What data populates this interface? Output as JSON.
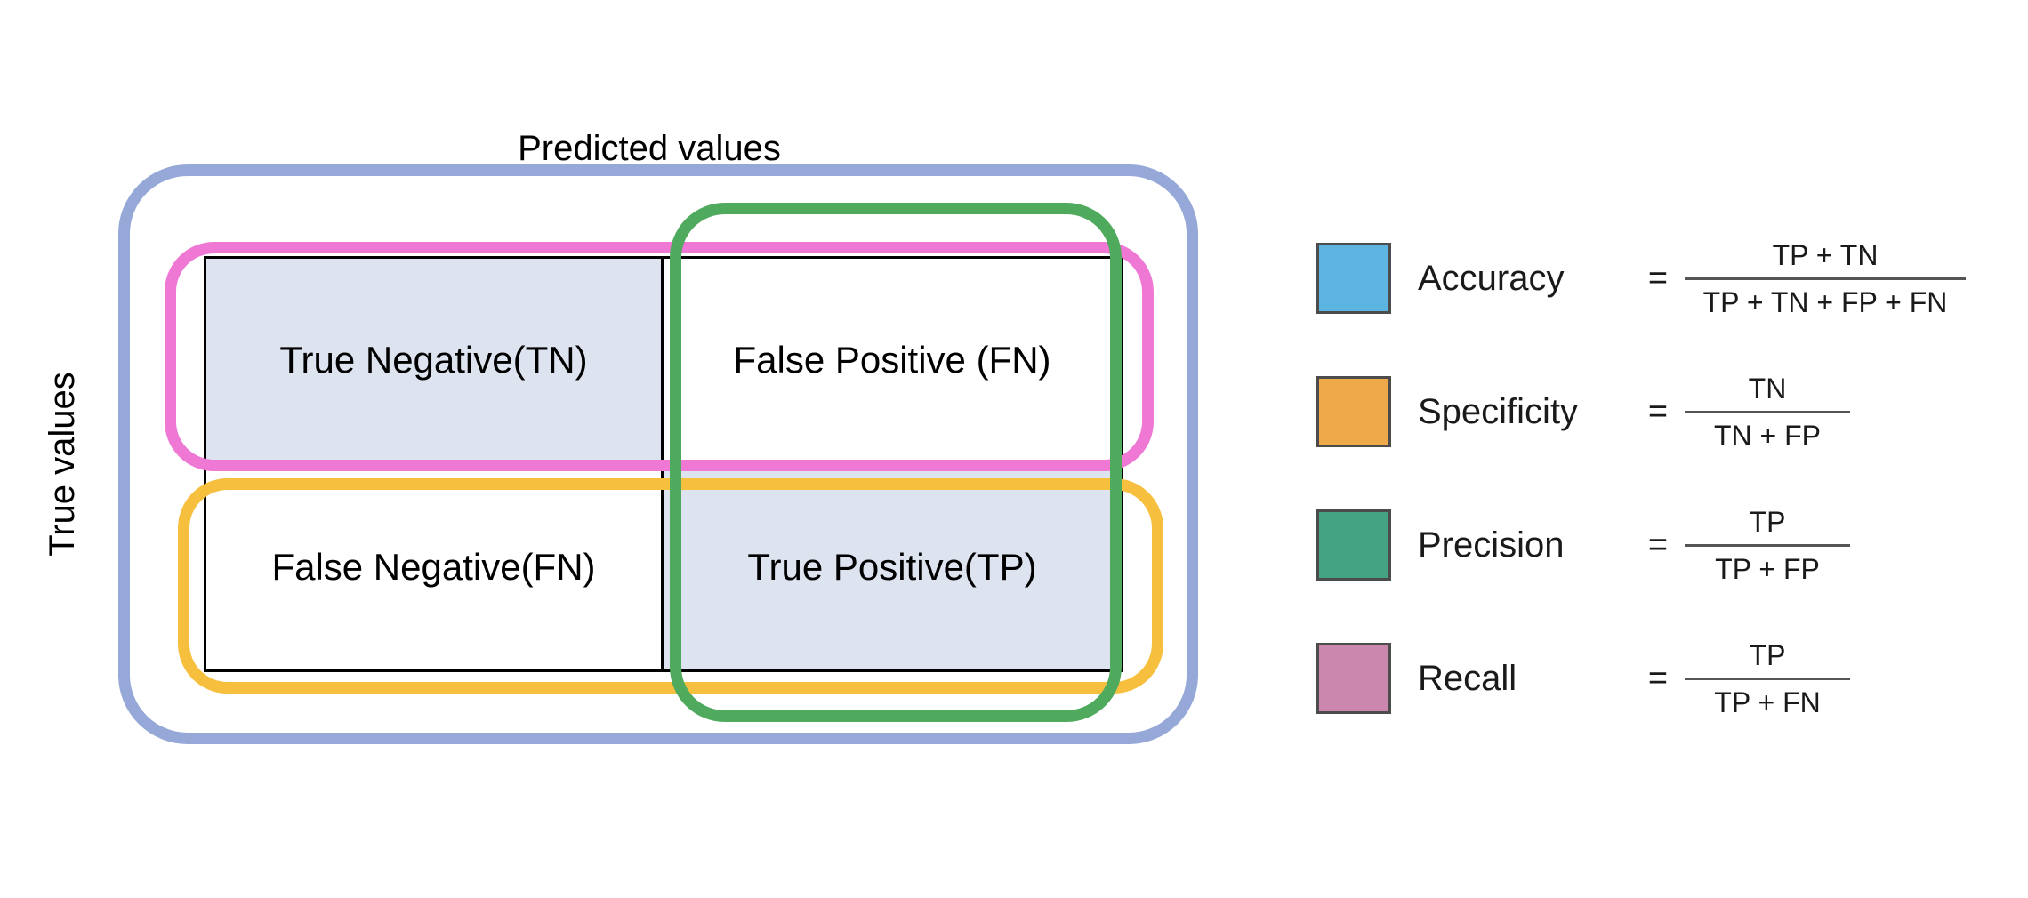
{
  "diagram": {
    "title_top": "Predicted values",
    "title_side": "True values",
    "matrix": {
      "rows": [
        {
          "left": "True Negative(TN)",
          "right": "False Positive (FN)"
        },
        {
          "left": "False Negative(FN)",
          "right": "True Positive(TP)"
        }
      ]
    },
    "outline_colors": {
      "accuracy": "#95a8d8",
      "recall": "#ee78d4",
      "specificity": "#f6bf3e",
      "precision": "#4faa5e"
    },
    "cell_shade_color": "#dee3f0"
  },
  "legend": {
    "items": [
      {
        "name": "Accuracy",
        "equals": "=",
        "numerator": "TP + TN",
        "denominator": "TP + TN + FP + FN",
        "color": "#5bb5e0"
      },
      {
        "name": "Specificity",
        "equals": "=",
        "numerator": "TN",
        "denominator": "TN + FP",
        "color": "#eda council"
      },
      {
        "name": "Precision",
        "equals": "=",
        "numerator": "TP",
        "denominator": "TP + FP",
        "color": "#44a383"
      },
      {
        "name": "Recall",
        "equals": "=",
        "numerator": "TP",
        "denominator": "TP + FN",
        "color": "#cc87ae"
      }
    ],
    "swatch_colors": [
      "#5bb5e0",
      "#eda council",
      "#44a383",
      "#cc87ae"
    ]
  }
}
